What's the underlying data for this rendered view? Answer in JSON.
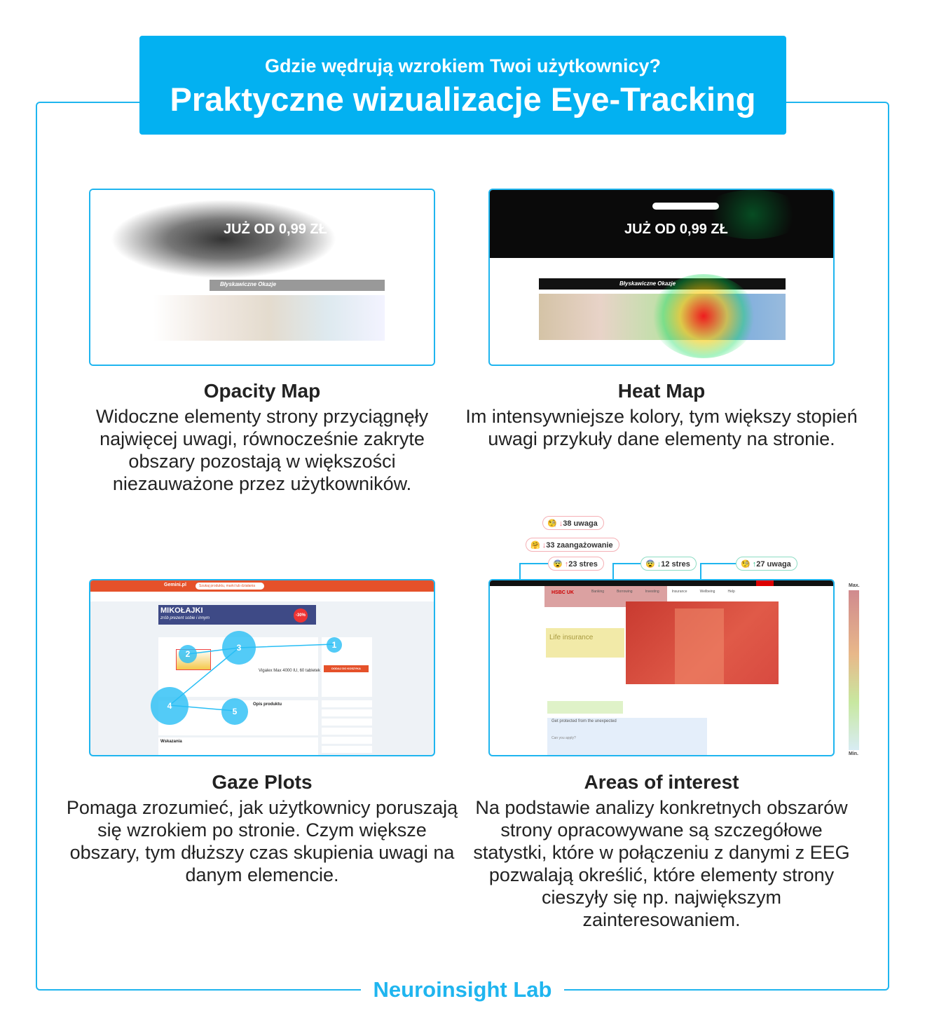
{
  "header": {
    "subtitle": "Gdzie wędrują wzrokiem Twoi użytkownicy?",
    "title": "Praktyczne wizualizacje Eye-Tracking"
  },
  "panels": [
    {
      "title": "Opacity Map",
      "description": "Widoczne elementy strony przyciągnęły najwięcej uwagi, równocześnie zakryte obszary pozostają w większości niezauważone przez użytkowników.",
      "screenshot": {
        "banner": "JUŻ OD 0,99 ZŁ",
        "section": "Błyskawiczne Okazje"
      }
    },
    {
      "title": "Heat Map",
      "description": "Im intensywniejsze kolory, tym większy stopień uwagi przykuły dane elementy na stronie.",
      "screenshot": {
        "banner": "JUŻ OD 0,99 ZŁ",
        "section": "Błyskawiczne Okazje"
      }
    },
    {
      "title": "Gaze Plots",
      "description": "Pomaga zrozumieć, jak użytkownicy poruszają się wzrokiem po stronie. Czym większe obszary, tym dłuższy czas skupienia uwagi na danym elemencie.",
      "screenshot": {
        "logo": "Gemini.pl",
        "search_placeholder": "Szukaj produktu, marki lub działania",
        "promo": "MIKOŁAJKI",
        "promo_sub": "zrób prezent sobie i innym",
        "discount": "-30%",
        "product": "Vigalex Max 4000 IU, 60 tabletek",
        "add_to_cart": "DODAJ DO KOSZYKA",
        "section": "Opis produktu",
        "section2": "Wskazania",
        "fixations": [
          "1",
          "2",
          "3",
          "4",
          "5"
        ]
      }
    },
    {
      "title": "Areas of interest",
      "description": "Na podstawie analizy konkretnych obszarów strony opracowywane są szczegółowe statystki, które w połączeniu z danymi z EEG pozwalają określić, które elementy strony cieszyły się np. największym zainteresowaniem.",
      "screenshot": {
        "logo": "HSBC UK",
        "nav": [
          "Banking",
          "Borrowing",
          "Investing",
          "Insurance",
          "Wellbeing",
          "Help"
        ],
        "hero": "Life insurance",
        "section": "Get protected from the unexpected",
        "sub": "Can you apply?",
        "legend_max": "Max.",
        "legend_min": "Min."
      },
      "badges": [
        {
          "emoji": "🧐",
          "arrow": "↓",
          "value": "38 uwaga",
          "tone": "red"
        },
        {
          "emoji": "🤗",
          "arrow": "↓",
          "value": "33 zaangażowanie",
          "tone": "red"
        },
        {
          "emoji": "😨",
          "arrow": "↑",
          "value": "23 stres",
          "tone": "red"
        },
        {
          "emoji": "😨",
          "arrow": "↓",
          "value": "12 stres",
          "tone": "green"
        },
        {
          "emoji": "🧐",
          "arrow": "↑",
          "value": "27 uwaga",
          "tone": "green"
        }
      ]
    }
  ],
  "footer": {
    "brand": "Neuroinsight Lab"
  },
  "colors": {
    "accent": "#1fb5ef",
    "header_bg": "#03b1f1",
    "gemini_orange": "#e5512a"
  }
}
